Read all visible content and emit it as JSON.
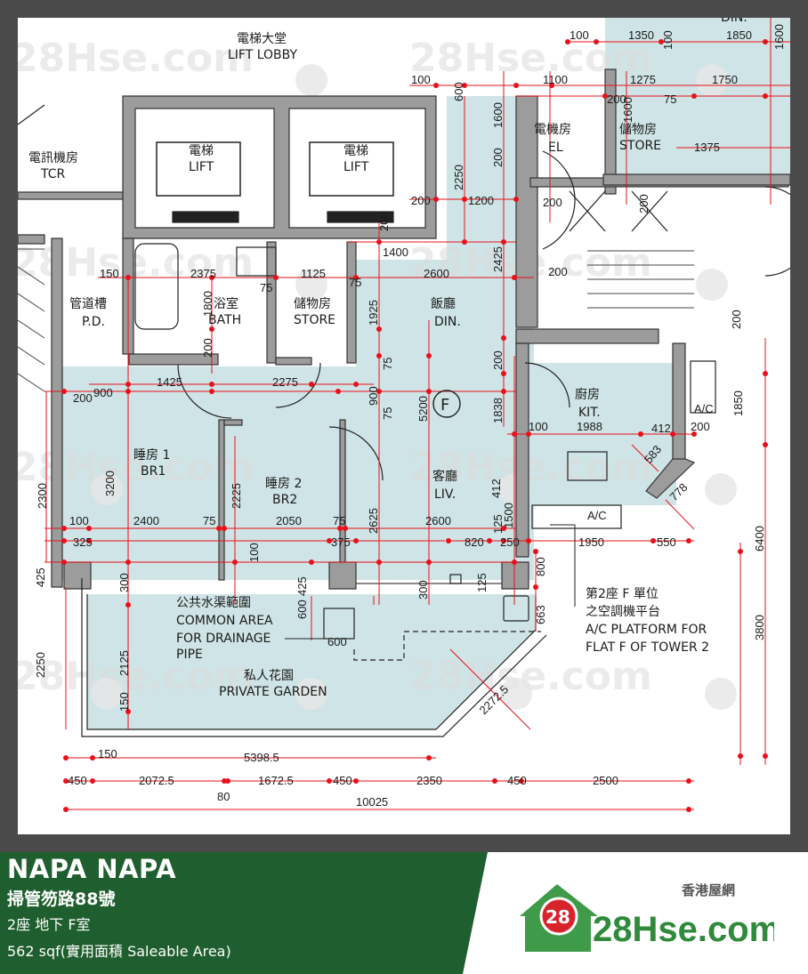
{
  "rooms": {
    "lift_lobby": {
      "zh": "電梯大堂",
      "en": "LIFT LOBBY"
    },
    "lift_a": {
      "zh": "電梯",
      "en": "LIFT"
    },
    "lift_b": {
      "zh": "電梯",
      "en": "LIFT"
    },
    "tcr": {
      "zh": "電訊機房",
      "en": "TCR"
    },
    "pd": {
      "zh": "管道槽",
      "en": "P.D."
    },
    "bath": {
      "zh": "浴室",
      "en": "BATH"
    },
    "store_main": {
      "zh": "儲物房",
      "en": "STORE"
    },
    "din_main": {
      "zh": "飯廳",
      "en": "DIN."
    },
    "el": {
      "zh": "電機房",
      "en": "EL"
    },
    "store_top": {
      "zh": "儲物房",
      "en": "STORE"
    },
    "din_top": {
      "en": "DIN."
    },
    "kit": {
      "zh": "廚房",
      "en": "KIT."
    },
    "br1": {
      "zh": "睡房 1",
      "en": "BR1"
    },
    "br2": {
      "zh": "睡房 2",
      "en": "BR2"
    },
    "liv": {
      "zh": "客廳",
      "en": "LIV."
    },
    "unit_marker": "F",
    "common_area": {
      "zh": "公共水渠範圍",
      "en1": "COMMON  AREA",
      "en2": "FOR  DRAINAGE",
      "en3": "PIPE"
    },
    "garden": {
      "zh": "私人花園",
      "en": "PRIVATE  GARDEN"
    },
    "ac_platform": {
      "zh1": "第2座 F 單位",
      "zh2": "之空調機平台",
      "en1": "A/C  PLATFORM  FOR",
      "en2": "FLAT F OF TOWER 2"
    },
    "ac_box": "A/C",
    "ac_box2": "A/C"
  },
  "dimensions": {
    "top_100a": "100",
    "top_1350": "1350",
    "top_1850": "1850",
    "top_100b": "100",
    "top_1100": "1100",
    "top_1275": "1275",
    "top_1750": "1750",
    "top_200a": "200",
    "top_75": "75",
    "top_1375": "1375",
    "v_1600a": "1600",
    "v_1600b": "1600",
    "v_1600c": "1600",
    "v_100": "100",
    "v_600": "600",
    "v_200": "200",
    "v_2250": "2250",
    "d_200a": "200",
    "d_1200": "1200",
    "d_200b": "200",
    "d_1400": "1400",
    "d_2375": "2375",
    "d_1125": "1125",
    "d_2600a": "2600",
    "d_150": "150",
    "d_75a": "75",
    "d_75b": "75",
    "d_200c": "200",
    "d_2425": "2425",
    "d_1800": "1800",
    "d_1925": "1925",
    "d_200d": "200",
    "d_75c": "75",
    "d_200e": "200",
    "d_200f": "200",
    "d_900a": "900",
    "d_1425": "1425",
    "d_2275": "2275",
    "d_900b": "900",
    "d_5200": "5200",
    "d_1838": "1838",
    "d_1850": "1850",
    "d_200g": "200",
    "d_100a": "100",
    "d_1988": "1988",
    "d_412a": "412",
    "d_200h": "200",
    "d_583": "583",
    "d_75d": "75",
    "d_3200": "3200",
    "d_2225": "2225",
    "d_412b": "412",
    "d_778": "778",
    "d_2300": "2300",
    "d_100b": "100",
    "d_2400": "2400",
    "d_75e": "75",
    "d_2050": "2050",
    "d_75f": "75",
    "d_2600b": "2600",
    "d_2625": "2625",
    "d_125": "125",
    "d_1500": "1500",
    "d_6400": "6400",
    "d_325": "325",
    "d_375": "375",
    "d_820": "820",
    "d_250": "250",
    "d_1950": "1950",
    "d_550": "550",
    "d_100c": "100",
    "d_800": "800",
    "d_425a": "425",
    "d_300a": "300",
    "d_425b": "425",
    "d_300b": "300",
    "d_125b": "125",
    "d_663": "663",
    "d_3800": "3800",
    "d_600a": "600",
    "d_600b": "600",
    "d_2125": "2125",
    "d_2250": "2250",
    "d_150b": "150",
    "d_2272": "2272.5",
    "b_150": "150",
    "b_5398": "5398.5",
    "b_450a": "450",
    "b_2072": "2072.5",
    "b_1672": "1672.5",
    "b_450b": "450",
    "b_2350": "2350",
    "b_450c": "450",
    "b_2500": "2500",
    "b_80": "80",
    "b_10025": "10025"
  },
  "watermark": {
    "text": "28Hse.com",
    "badge": "28"
  },
  "footer": {
    "estate_name": "NAPA NAPA",
    "address": "掃管笏路88號",
    "unit": "2座 地下 F室",
    "area": "562 sqf(實用面積 Saleable Area)",
    "brand_cn": "香港屋網",
    "brand_badge": "28",
    "brand_logo": "28Hse.com"
  },
  "colors": {
    "accent_green": "#1f5e2e",
    "dimension_red": "#e8101a",
    "room_fill": "#cfe4e6",
    "wall_gray": "#9c9c9c",
    "brand_red": "#d9232a"
  }
}
